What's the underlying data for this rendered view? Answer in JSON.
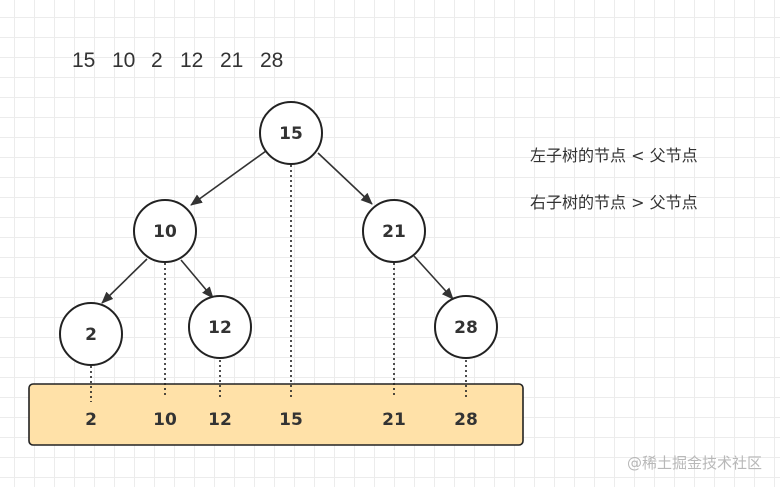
{
  "sequence": [
    "15",
    "10",
    "2",
    "12",
    "21",
    "28"
  ],
  "tree": {
    "nodes": [
      {
        "id": "n15",
        "label": "15"
      },
      {
        "id": "n10",
        "label": "10"
      },
      {
        "id": "n21",
        "label": "21"
      },
      {
        "id": "n2",
        "label": "2"
      },
      {
        "id": "n12",
        "label": "12"
      },
      {
        "id": "n28",
        "label": "28"
      }
    ],
    "edges": [
      {
        "from": "n15",
        "to": "n10"
      },
      {
        "from": "n15",
        "to": "n21"
      },
      {
        "from": "n10",
        "to": "n2"
      },
      {
        "from": "n10",
        "to": "n12"
      },
      {
        "from": "n21",
        "to": "n28"
      }
    ]
  },
  "sorted_strip": {
    "values": [
      "2",
      "10",
      "12",
      "15",
      "21",
      "28"
    ],
    "fill_color": "#ffe1a8"
  },
  "rules": {
    "left": "左子树的节点 < 父节点",
    "right": "右子树的节点 > 父节点"
  },
  "watermark": "@稀土掘金技术社区"
}
